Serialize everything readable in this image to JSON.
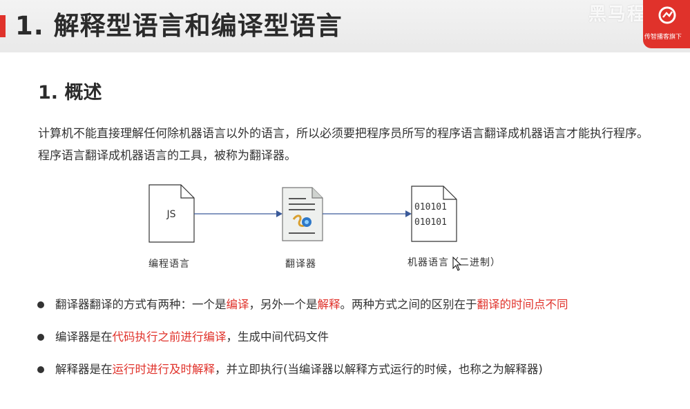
{
  "header": {
    "title": "1. 解释型语言和编译型语言",
    "watermark": "黑马程序员",
    "logo_slogan": "传智播客旗下"
  },
  "section": {
    "title": "1. 概述",
    "intro": "计算机不能直接理解任何除机器语言以外的语言，所以必须要把程序员所写的程序语言翻译成机器语言才能执行程序。程序语言翻译成机器语言的工具，被称为翻译器。"
  },
  "diagram": {
    "source_file_text": "JS",
    "source_caption": "编程语言",
    "translator_caption": "翻译器",
    "binary_line1": "010101",
    "binary_line2": "010101",
    "target_caption": "机器语言（二进制）"
  },
  "bullets": [
    {
      "p1": "翻译器翻译的方式有两种：一个是",
      "h1": "编译",
      "p2": "，另外一个是",
      "h2": "解释",
      "p3": "。两种方式之间的区别在于",
      "h3": "翻译的时间点不同"
    },
    {
      "p1": "编译器是在",
      "h1": "代码执行之前进行编译",
      "p2": "，生成中间代码文件"
    },
    {
      "p1": "解释器是在",
      "h1": "运行时进行及时解释",
      "p2": "，并立即执行(当编译器以解释方式运行的时候，也称之为解释器)"
    }
  ],
  "colors": {
    "accent": "#e0322b",
    "arrow": "#3a5a9a"
  }
}
